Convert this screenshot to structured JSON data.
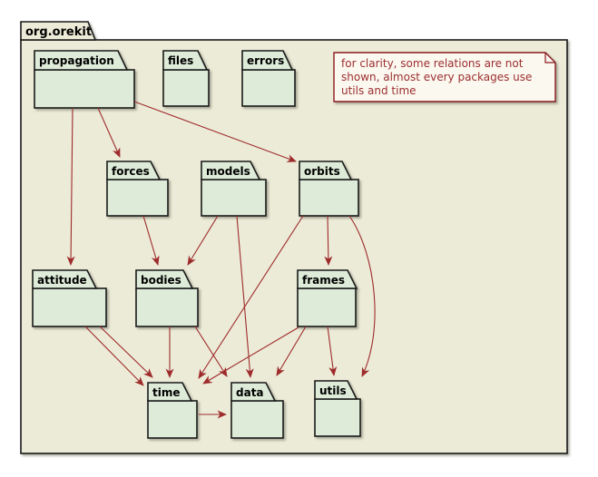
{
  "diagram": {
    "title": "org.orekit",
    "note": {
      "lines": [
        "for clarity, some relations are not",
        "shown, almost every packages use",
        "utils and time"
      ]
    },
    "packages": [
      {
        "id": "propagation",
        "label": "propagation"
      },
      {
        "id": "files",
        "label": "files"
      },
      {
        "id": "errors",
        "label": "errors"
      },
      {
        "id": "forces",
        "label": "forces"
      },
      {
        "id": "models",
        "label": "models"
      },
      {
        "id": "orbits",
        "label": "orbits"
      },
      {
        "id": "attitude",
        "label": "attitude"
      },
      {
        "id": "bodies",
        "label": "bodies"
      },
      {
        "id": "frames",
        "label": "frames"
      },
      {
        "id": "time",
        "label": "time"
      },
      {
        "id": "data",
        "label": "data"
      },
      {
        "id": "utils",
        "label": "utils"
      }
    ],
    "edges": [
      {
        "from": "propagation",
        "to": "attitude"
      },
      {
        "from": "propagation",
        "to": "forces"
      },
      {
        "from": "propagation",
        "to": "orbits"
      },
      {
        "from": "forces",
        "to": "bodies"
      },
      {
        "from": "models",
        "to": "bodies"
      },
      {
        "from": "models",
        "to": "data"
      },
      {
        "from": "orbits",
        "to": "frames"
      },
      {
        "from": "orbits",
        "to": "time"
      },
      {
        "from": "orbits",
        "to": "utils"
      },
      {
        "from": "attitude",
        "to": "time"
      },
      {
        "from": "attitude",
        "to": "time"
      },
      {
        "from": "bodies",
        "to": "time"
      },
      {
        "from": "bodies",
        "to": "data"
      },
      {
        "from": "frames",
        "to": "time"
      },
      {
        "from": "frames",
        "to": "data"
      },
      {
        "from": "frames",
        "to": "utils"
      },
      {
        "from": "time",
        "to": "data"
      }
    ],
    "colors": {
      "outer_fill": "#ECEBD8",
      "package_fill": "#DDEBD8",
      "border": "#1A1A1A",
      "arrow": "#9E2B2B",
      "note_fill": "#FBF8F0",
      "note_border": "#8A1A1C",
      "note_text": "#9C2F2F"
    }
  }
}
